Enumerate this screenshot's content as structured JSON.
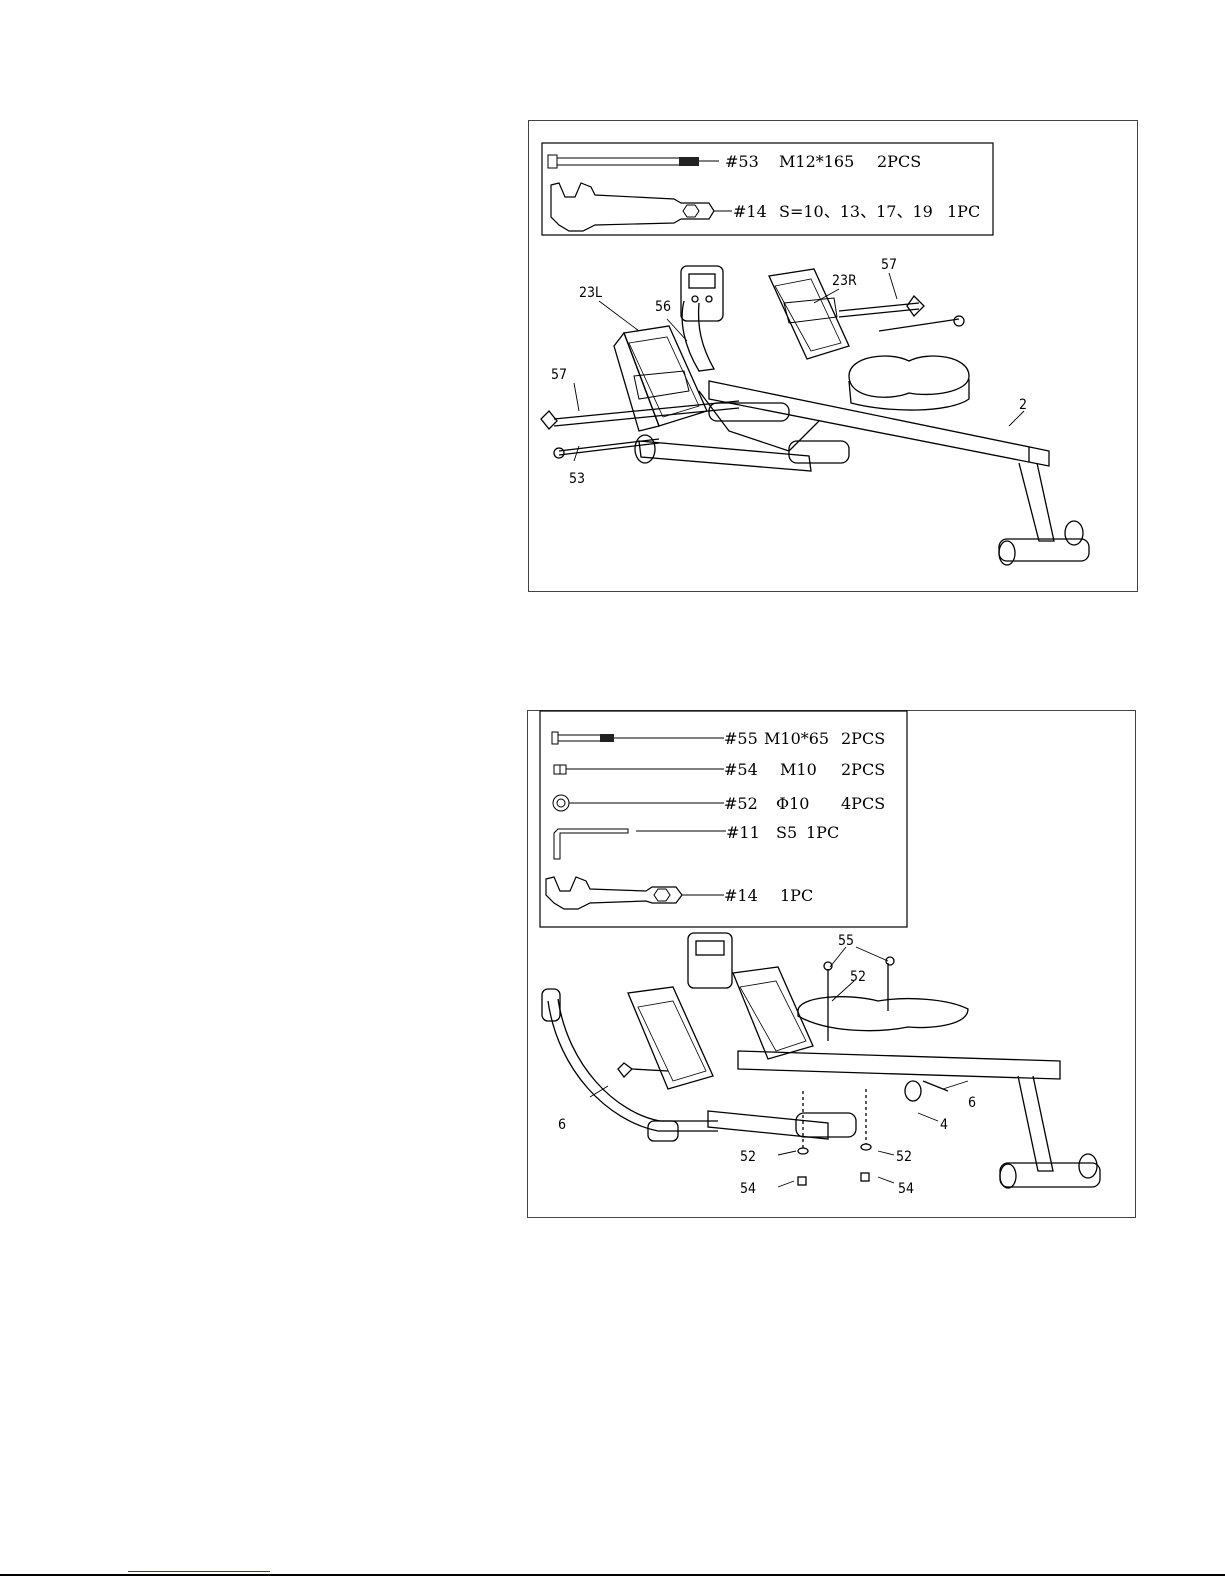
{
  "step1": {
    "hardware": [
      {
        "code": "#53",
        "desc": "M12*165",
        "qty": "2PCS"
      },
      {
        "code": "#14",
        "desc": "S=10、13、17、19",
        "qty": "1PC"
      }
    ],
    "labels": {
      "l23L": "23L",
      "l23R": "23R",
      "l56": "56",
      "l57a": "57",
      "l57b": "57",
      "l53": "53",
      "l2": "2"
    }
  },
  "step2": {
    "hardware": [
      {
        "code": "#55",
        "desc": "M10*65",
        "qty": "2PCS"
      },
      {
        "code": "#54",
        "desc": "M10",
        "qty": "2PCS"
      },
      {
        "code": "#52",
        "desc": "Φ10",
        "qty": "4PCS"
      },
      {
        "code": "#11",
        "desc": "S5",
        "qty": "1PC"
      },
      {
        "code": "#14",
        "desc": "",
        "qty": "1PC"
      }
    ],
    "labels": {
      "l55": "55",
      "l52a": "52",
      "l52b": "52",
      "l52c": "52",
      "l54a": "54",
      "l54b": "54",
      "l6a": "6",
      "l6b": "6",
      "l4": "4"
    }
  }
}
